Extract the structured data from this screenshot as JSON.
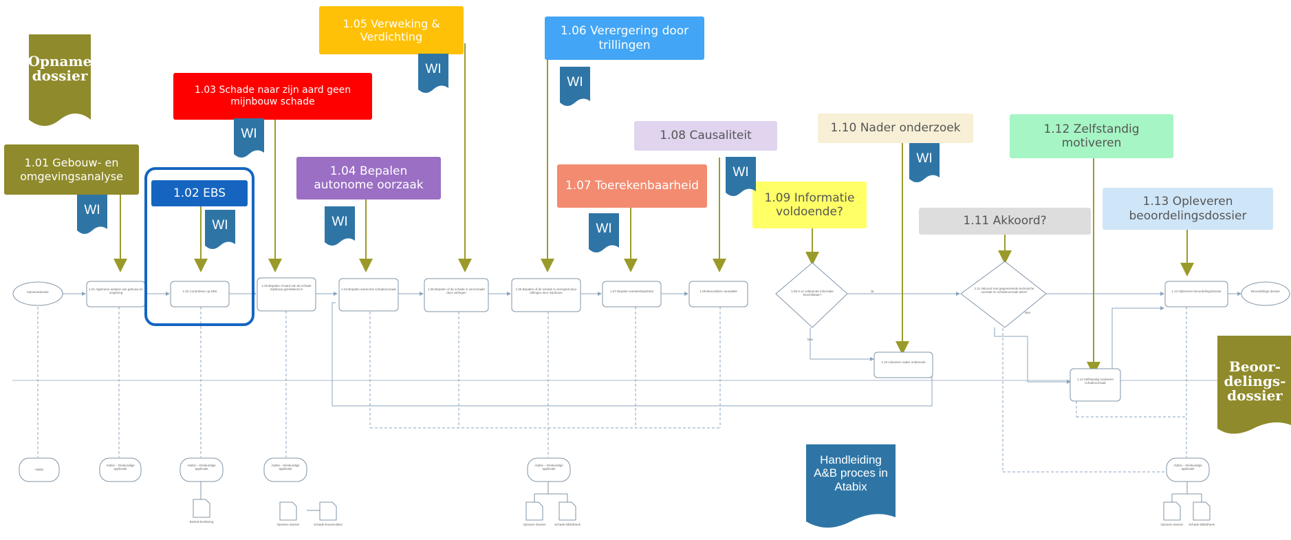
{
  "colors": {
    "olive": "#8f8a2b",
    "blue_dark": "#1565c0",
    "red": "#ff0000",
    "purple": "#9b6fc4",
    "orange": "#ffc107",
    "sky": "#42a5f5",
    "salmon": "#f28b70",
    "lavender": "#e0d4ef",
    "cream": "#f7efd6",
    "yellow": "#ffff66",
    "mint": "#a6f5c4",
    "grey": "#dddddd",
    "pale_blue": "#cfe6f8",
    "wi_blue": "#2e75a6",
    "arrow_olive": "#9a9a2a",
    "highlight": "#1565c0"
  },
  "docs": {
    "opname": "Opname dossier",
    "beoordeling": "Beoor-delings-dossier",
    "handleiding": "Handleiding A&B proces in Atabix"
  },
  "wi_label": "WI",
  "callouts": {
    "c101": "1.01 Gebouw- en omgevingsanalyse",
    "c102": "1.02 EBS",
    "c103": "1.03 Schade naar zijn aard geen mijnbouw schade",
    "c104": "1.04 Bepalen autonome oorzaak",
    "c105": "1.05 Verweking & Verdichting",
    "c106": "1.06 Verergering door trillingen",
    "c107": "1.07 Toerekenbaarheid",
    "c108": "1.08 Causaliteit",
    "c109": "1.09 Informatie voldoende?",
    "c110": "1.10 Nader onderzoek",
    "c111": "1.11 Akkoord?",
    "c112": "1.12 Zelfstandig motiveren",
    "c113": "1.13 Opleveren beoordelingsdossier"
  },
  "process": {
    "start": "Opnamedossier",
    "p101": "1.01 Algemene analyse van gebouw en omgeving",
    "p102": "1.02 Controleren op EBS",
    "p103": "1.03 Bepalen of aard van de schade mijnbouw gerelateerd is",
    "p104": "1.04 Bepalen autonome schadeoorzaak",
    "p105": "1.05 Bepalen of de schade is veroorzaakt door zettingen",
    "p106": "1.06 Bepalen of de schade is verergerd door trillingen door mijnbouw",
    "p107": "1.07 Bepalen toerekenbaarheid",
    "p108": "1.08 Beoordelen causaliteit",
    "d109": "1.09 Is er voldoende informatie beschikbaar?",
    "d111": "1.11 Akkoord met gegenereerde technische oorzaak en schadeoorzaak tekst?",
    "p110": "1.10 Uitvoeren nader onderzoek",
    "p112": "1.12 Zelfstandig motiveren schadeoorzaak",
    "p113": "1.13 Opleveren beoordelingsdossier",
    "end": "Beoordelings dossier",
    "ja": "Ja",
    "nee": "Nee",
    "nee2": "Nee"
  },
  "systems": {
    "s1": "Atabix",
    "s2": "Atabix – Deskundige applicatie",
    "s3": "Atabix – Deskundige applicatie",
    "s4": "Atabix – Deskundige applicatie",
    "s5": "Atabix – Deskundige applicatie",
    "s6": "Atabix – Deskundige applicatie",
    "d1": "Besluit-beslissing",
    "d2": "Opname dossier",
    "d3": "Schade-bouwnotities",
    "d4": "Opname dossier",
    "d5": "Schade bibliotheek",
    "d6": "Opname dossier",
    "d7": "Schade bibliotheek"
  }
}
